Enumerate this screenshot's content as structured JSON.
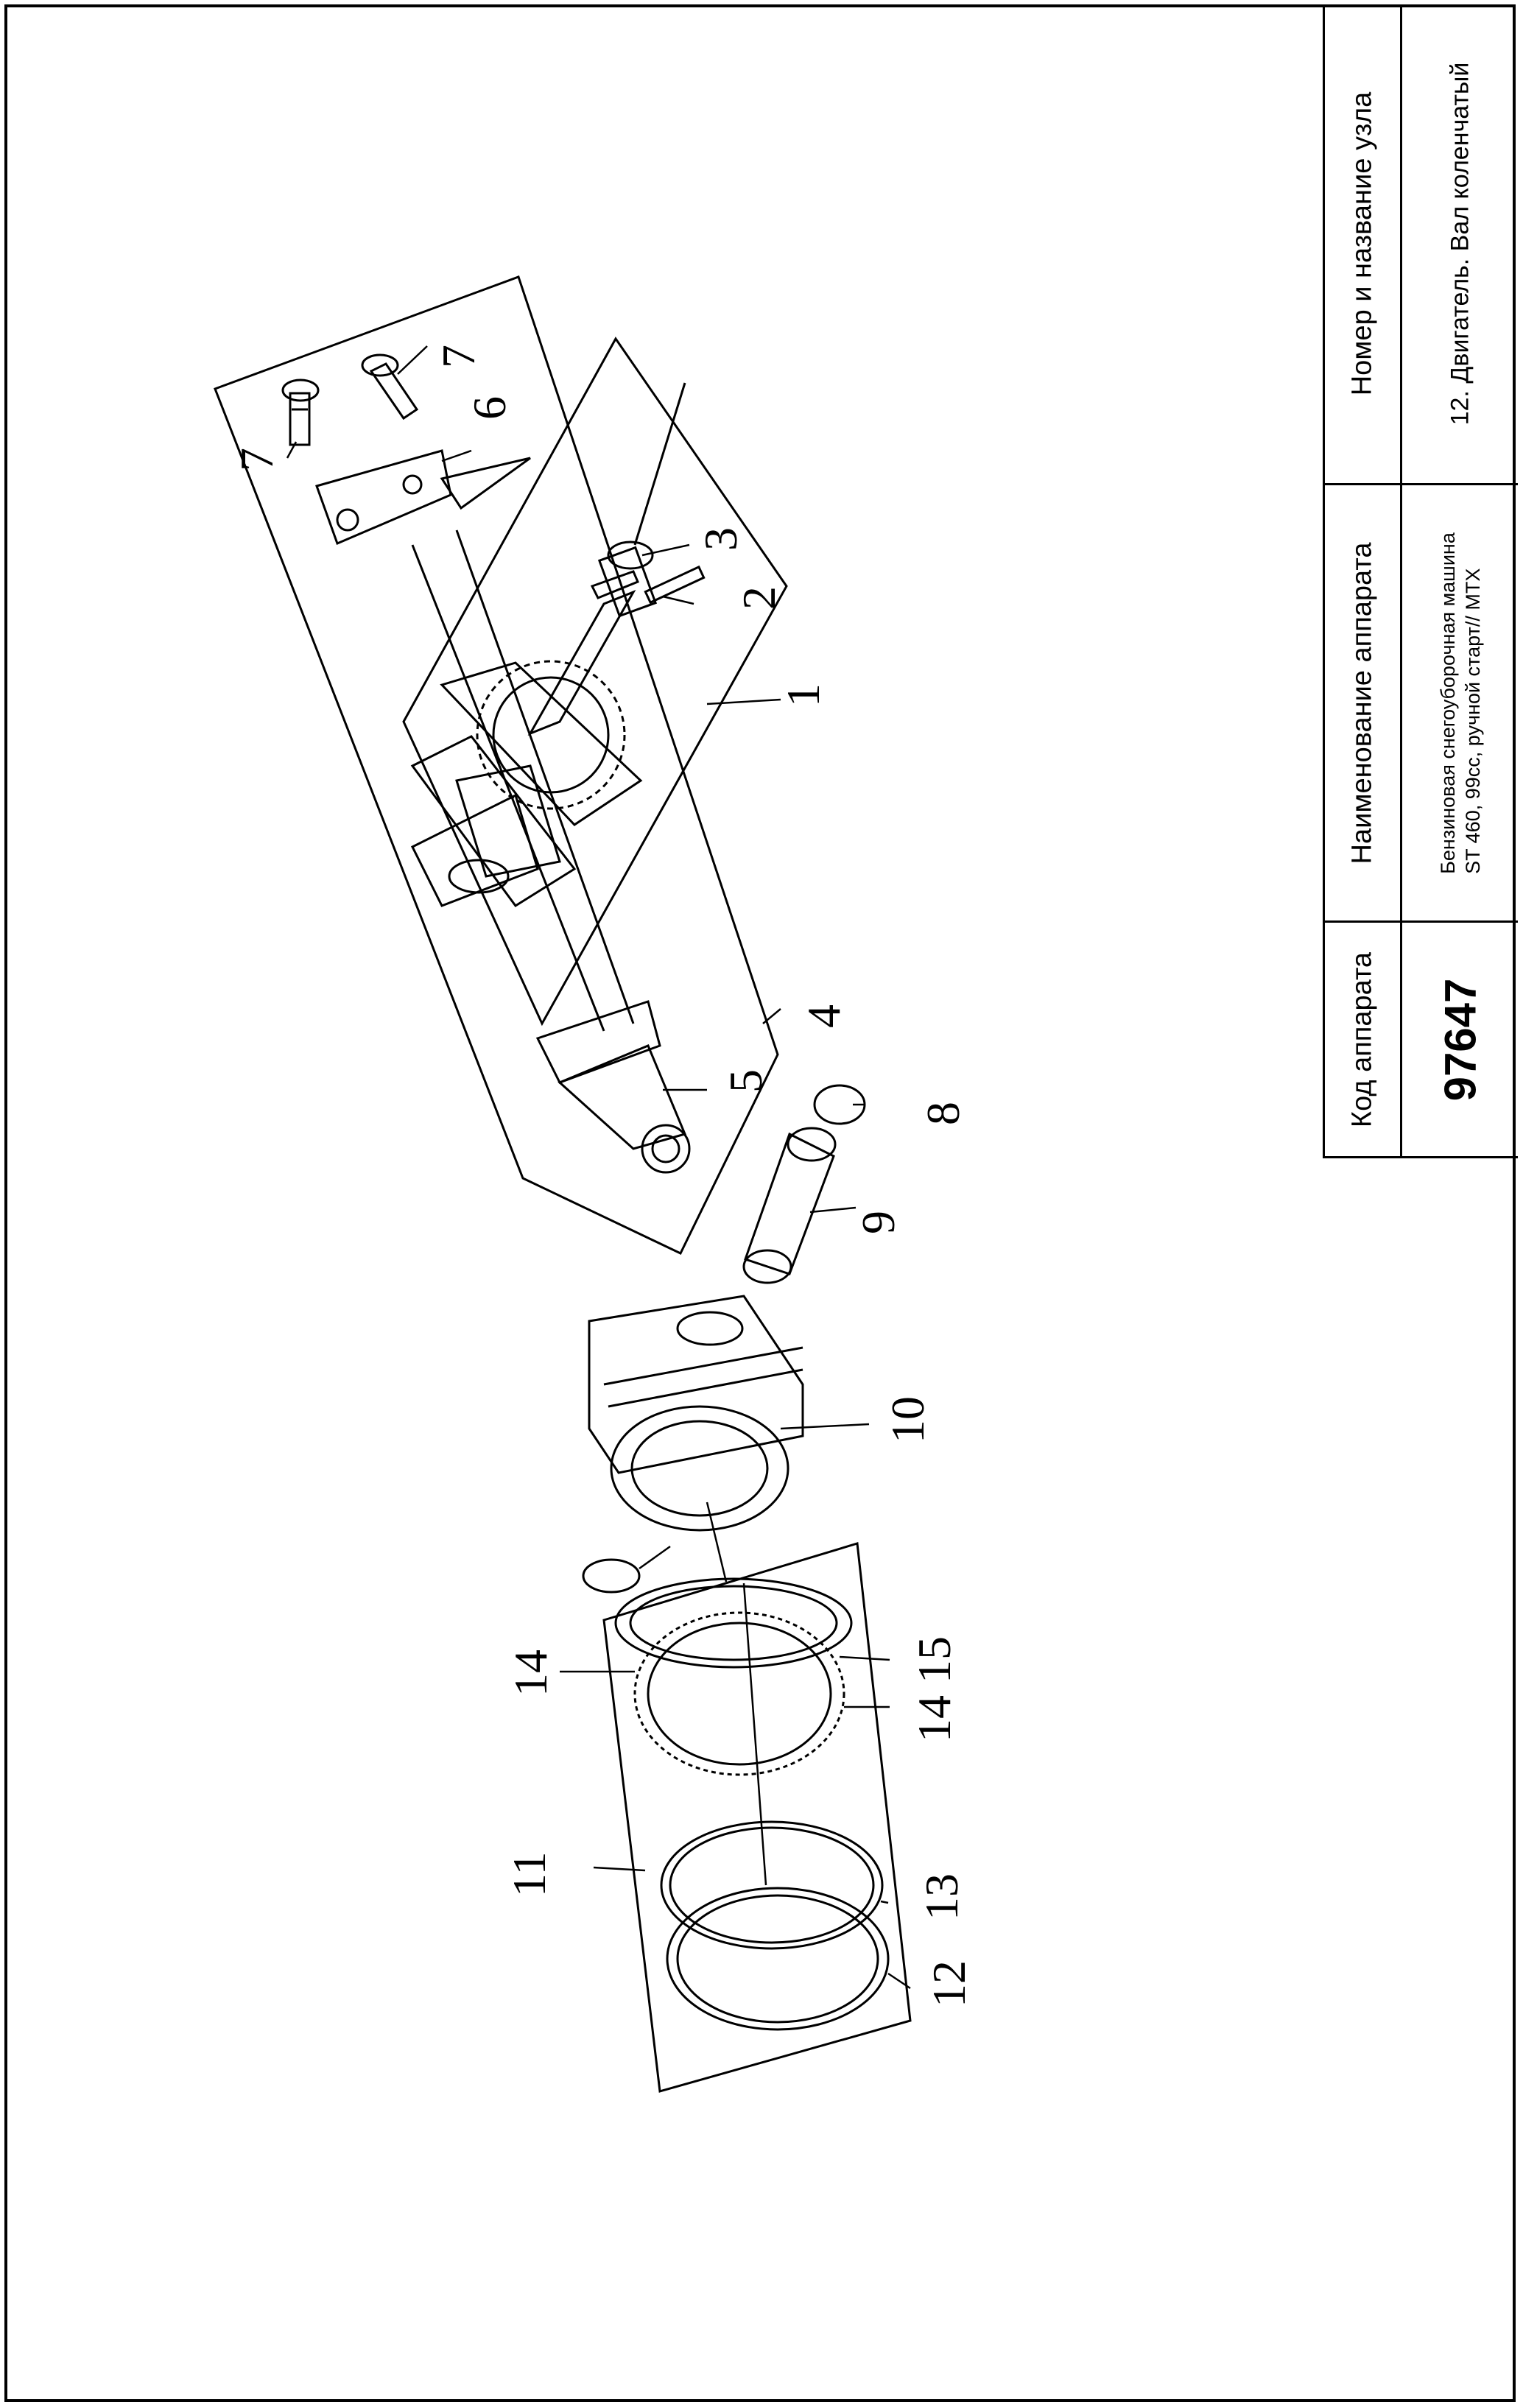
{
  "title_block": {
    "code_header": "Код аппарата",
    "code_value": "97647",
    "name_header": "Наименование аппарата",
    "name_line1": "Бензиновая снегоуборочная машина",
    "name_line2": "ST 460, 99cc, ручной старт// MTX",
    "node_header": "Номер и название узла",
    "node_value": "12. Двигатель. Вал коленчатый"
  },
  "callouts": {
    "c1": "1",
    "c2": "2",
    "c3": "3",
    "c4": "4",
    "c5": "5",
    "c6": "6",
    "c7a": "7",
    "c7b": "7",
    "c8": "8",
    "c9": "9",
    "c10": "10",
    "c11": "11",
    "c12": "12",
    "c13": "13",
    "c14a": "14",
    "c14b": "14",
    "c15": "15"
  }
}
